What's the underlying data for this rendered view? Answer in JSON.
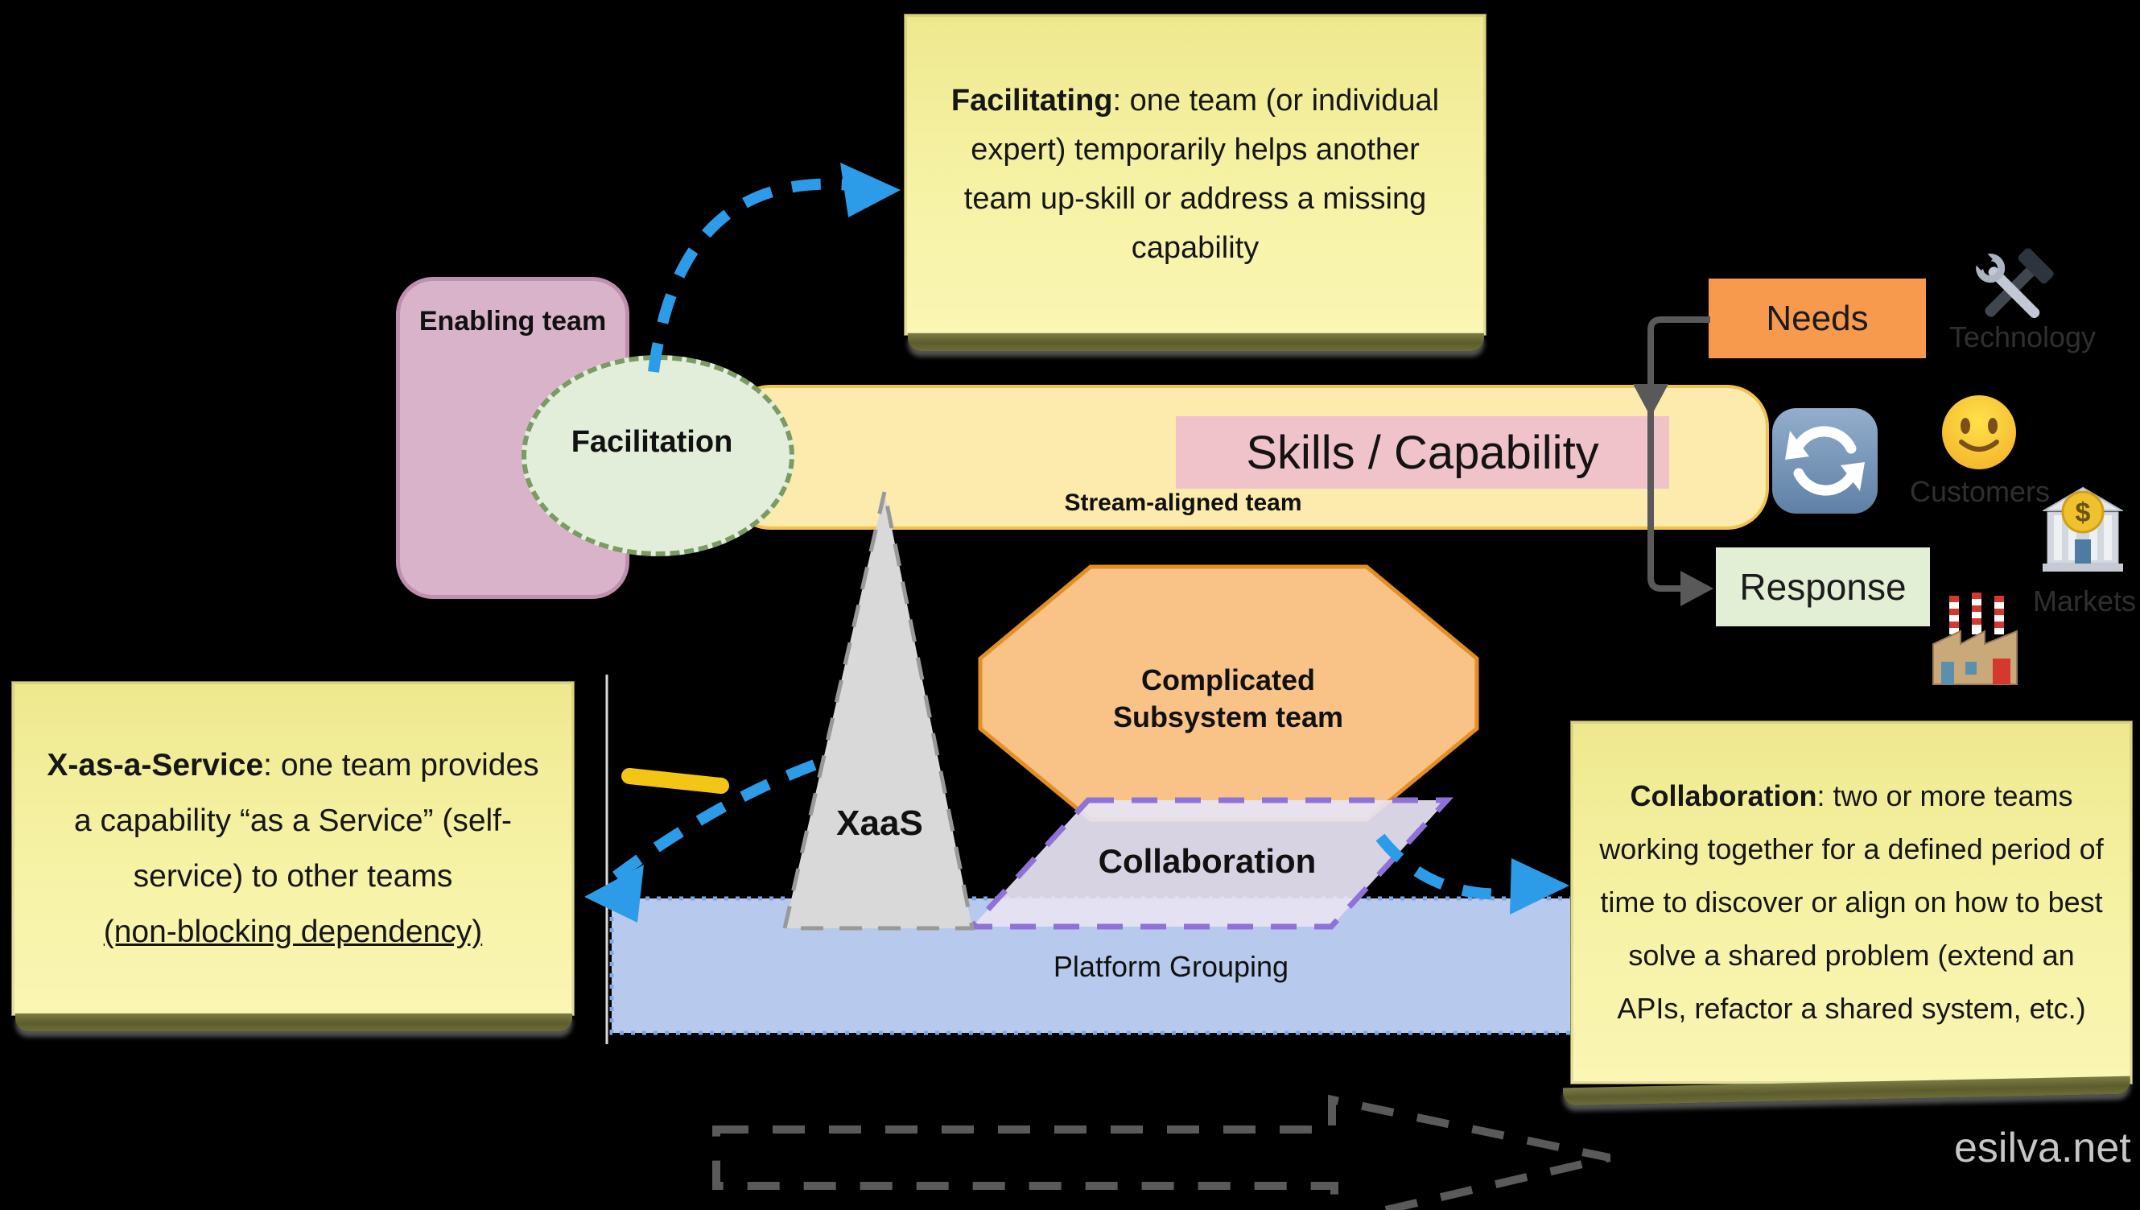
{
  "watermark": "esilva.net",
  "notes": {
    "facilitating": {
      "bold": "Facilitating",
      "body": ": one team (or individual expert) temporarily helps another team up-skill or address a missing capability"
    },
    "xaas": {
      "bold": "X-as-a-Service",
      "body": ": one team provides a capability “as a Service” (self-service) to other teams",
      "underlined": "(non-blocking dependency)"
    },
    "collaboration": {
      "bold": "Collaboration",
      "body": ": two or more teams working together for a defined period of time to discover or align on how to best solve a shared problem (extend an APIs, refactor a shared system, etc.)"
    }
  },
  "teams": {
    "enabling": "Enabling team",
    "stream_aligned": "Stream-aligned team",
    "complicated_line1": "Complicated",
    "complicated_line2": "Subsystem team",
    "platform": "Platform Grouping"
  },
  "interactions": {
    "facilitation": "Facilitation",
    "collaboration": "Collaboration",
    "xaas": "XaaS"
  },
  "flow": {
    "skills": "Skills / Capability",
    "needs": "Needs",
    "response": "Response"
  },
  "environment": {
    "technology": "Technology",
    "customers": "Customers",
    "markets": "Markets"
  },
  "colors": {
    "background": "#000000",
    "note_yellow": "#f5f1a2",
    "note_stack": "#5c5c2e",
    "stream_bar_fill": "#fdeaad",
    "stream_bar_border": "#f2c14e",
    "skills_pink": "#f0c2c9",
    "enabling_fill": "#d9b3ca",
    "enabling_border": "#c08fb0",
    "facilitation_fill": "#e2edda",
    "facilitation_border": "#7b9a64",
    "octagon_fill": "#f9c287",
    "octagon_border": "#e48f23",
    "parallelogram_fill": "#e7e3f3",
    "parallelogram_border": "#8f72d8",
    "platform_fill": "#b7c9ec",
    "platform_border": "#7fa6e6",
    "triangle_fill": "#d9d9d9",
    "triangle_border": "#999999",
    "needs_orange": "#f79a4d",
    "response_green": "#e3efd5",
    "blue_arrow": "#2d9ce8",
    "gray_arrow": "#595959",
    "yellow_dash": "#f3c515",
    "watermark_gray": "#c6c6c6"
  }
}
